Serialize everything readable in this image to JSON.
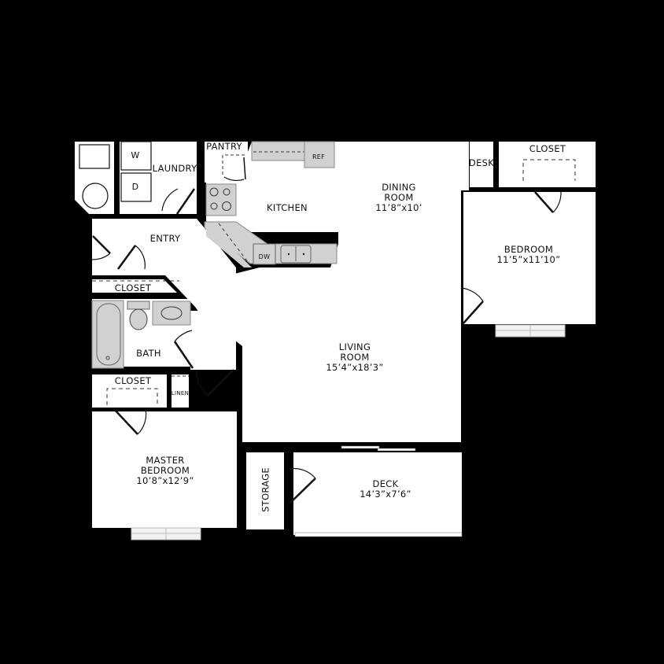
{
  "floorplan": {
    "background": "#000000",
    "floor_color": "#ffffff",
    "fixture_color": "#cfd1d3",
    "rooms": [
      {
        "id": "laundry",
        "name": "LAUNDRY",
        "dimensions": ""
      },
      {
        "id": "pantry",
        "name": "PANTRY",
        "dimensions": ""
      },
      {
        "id": "kitchen",
        "name": "KITCHEN",
        "dimensions": ""
      },
      {
        "id": "dining",
        "name_line1": "DINING",
        "name_line2": "ROOM",
        "dimensions": "11’8”x10’"
      },
      {
        "id": "desk",
        "name": "DESK",
        "dimensions": ""
      },
      {
        "id": "closet-bedroom",
        "name": "CLOSET",
        "dimensions": ""
      },
      {
        "id": "bedroom",
        "name": "BEDROOM",
        "dimensions": "11’5”x11’10”"
      },
      {
        "id": "entry",
        "name": "ENTRY",
        "dimensions": ""
      },
      {
        "id": "closet-entry",
        "name": "CLOSET",
        "dimensions": ""
      },
      {
        "id": "bath",
        "name": "BATH",
        "dimensions": ""
      },
      {
        "id": "closet-master",
        "name": "CLOSET",
        "dimensions": ""
      },
      {
        "id": "linen",
        "name": "LINEN",
        "dimensions": ""
      },
      {
        "id": "living",
        "name_line1": "LIVING",
        "name_line2": "ROOM",
        "dimensions": "15’4”x18’3”"
      },
      {
        "id": "master",
        "name_line1": "MASTER",
        "name_line2": "BEDROOM",
        "dimensions": "10’8”x12’9”"
      },
      {
        "id": "storage",
        "name": "STORAGE",
        "dimensions": ""
      },
      {
        "id": "deck",
        "name": "DECK",
        "dimensions": "14’3”x7’6”"
      }
    ],
    "appliances": {
      "washer": "W",
      "dryer": "D",
      "refrigerator": "REF",
      "dishwasher": "DW"
    }
  }
}
